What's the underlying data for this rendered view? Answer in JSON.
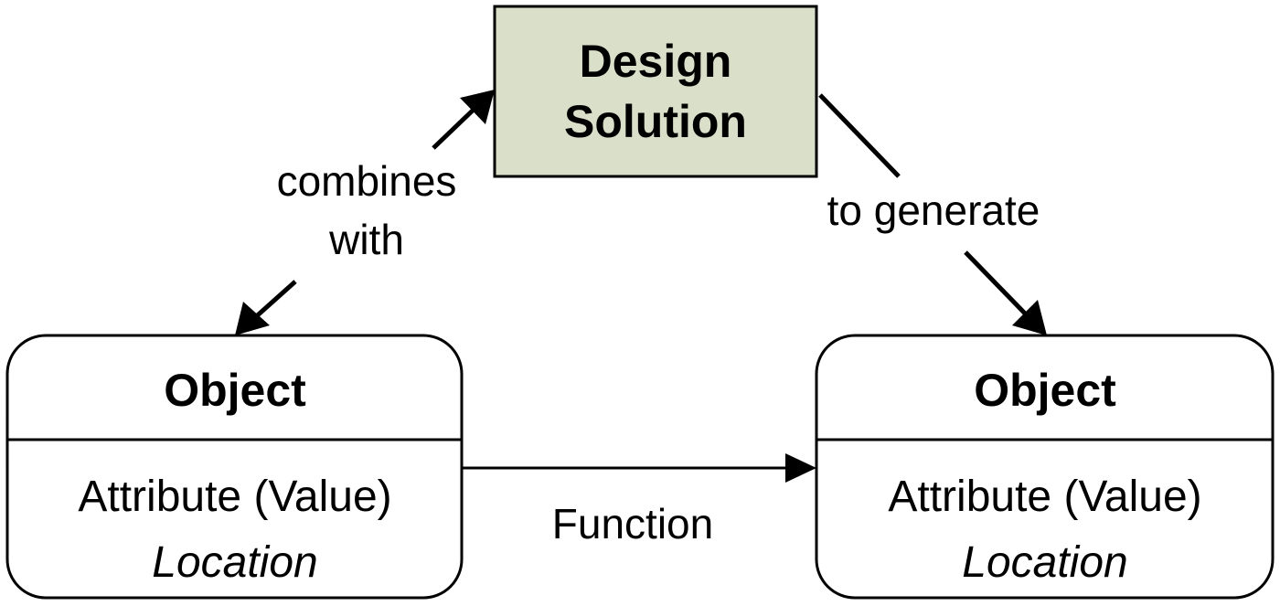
{
  "diagram": {
    "design_solution": {
      "line1": "Design",
      "line2": "Solution",
      "fill_color": "#d9dfc9"
    },
    "left_object": {
      "title": "Object",
      "attribute": "Attribute (Value)",
      "location": "Location"
    },
    "right_object": {
      "title": "Object",
      "attribute": "Attribute (Value)",
      "location": "Location"
    },
    "edges": {
      "combines_line1": "combines",
      "combines_line2": "with",
      "to_generate": "to generate",
      "function": "Function"
    }
  }
}
